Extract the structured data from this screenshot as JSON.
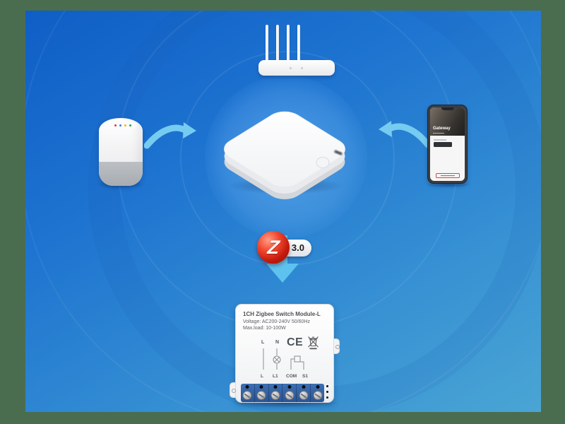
{
  "zigbee": {
    "letter": "Z",
    "version": "3.0"
  },
  "phone": {
    "screen_title": "Gateway"
  },
  "module": {
    "title": "1CH Zigbee Switch Module-L",
    "voltage_line": "Voltage: AC200-240V 50/60Hz",
    "load_line": "Max.load: 10-100W",
    "ce_mark": "CE",
    "terminals_top": [
      "L",
      "N"
    ],
    "terminals_bottom": [
      "L",
      "L1",
      "COM",
      "S1"
    ]
  },
  "illustrations": {
    "router": "wifi-router-icon",
    "speaker": "smart-speaker-icon",
    "gateway": "zigbee-gateway-icon",
    "phone": "smartphone-app-icon",
    "weee": "weee-crossed-bin-icon",
    "arrows": "connection-arrow-icon"
  },
  "colors": {
    "frame_background": "#4b6d4f",
    "bg_blue_dark": "#0f5ec6",
    "bg_blue_light": "#4aa5d4",
    "arrow_blue": "#76cbf1",
    "zigbee_red": "#c41a0d",
    "terminal_block_blue": "#2f5da8",
    "phone_button_red": "#df4537"
  }
}
